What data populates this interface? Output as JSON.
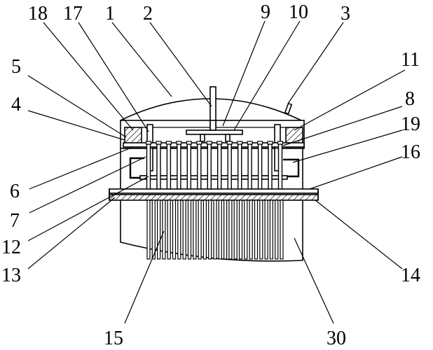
{
  "figure": {
    "labels": [
      {
        "id": "18",
        "text": "18"
      },
      {
        "id": "17",
        "text": "17"
      },
      {
        "id": "1",
        "text": "1"
      },
      {
        "id": "2",
        "text": "2"
      },
      {
        "id": "9",
        "text": "9"
      },
      {
        "id": "10",
        "text": "10"
      },
      {
        "id": "3",
        "text": "3"
      },
      {
        "id": "5",
        "text": "5"
      },
      {
        "id": "11",
        "text": "11"
      },
      {
        "id": "4",
        "text": "4"
      },
      {
        "id": "8",
        "text": "8"
      },
      {
        "id": "19",
        "text": "19"
      },
      {
        "id": "16",
        "text": "16"
      },
      {
        "id": "6",
        "text": "6"
      },
      {
        "id": "7",
        "text": "7"
      },
      {
        "id": "12",
        "text": "12"
      },
      {
        "id": "13",
        "text": "13"
      },
      {
        "id": "14",
        "text": "14"
      },
      {
        "id": "15",
        "text": "15"
      },
      {
        "id": "30",
        "text": "30"
      }
    ]
  }
}
